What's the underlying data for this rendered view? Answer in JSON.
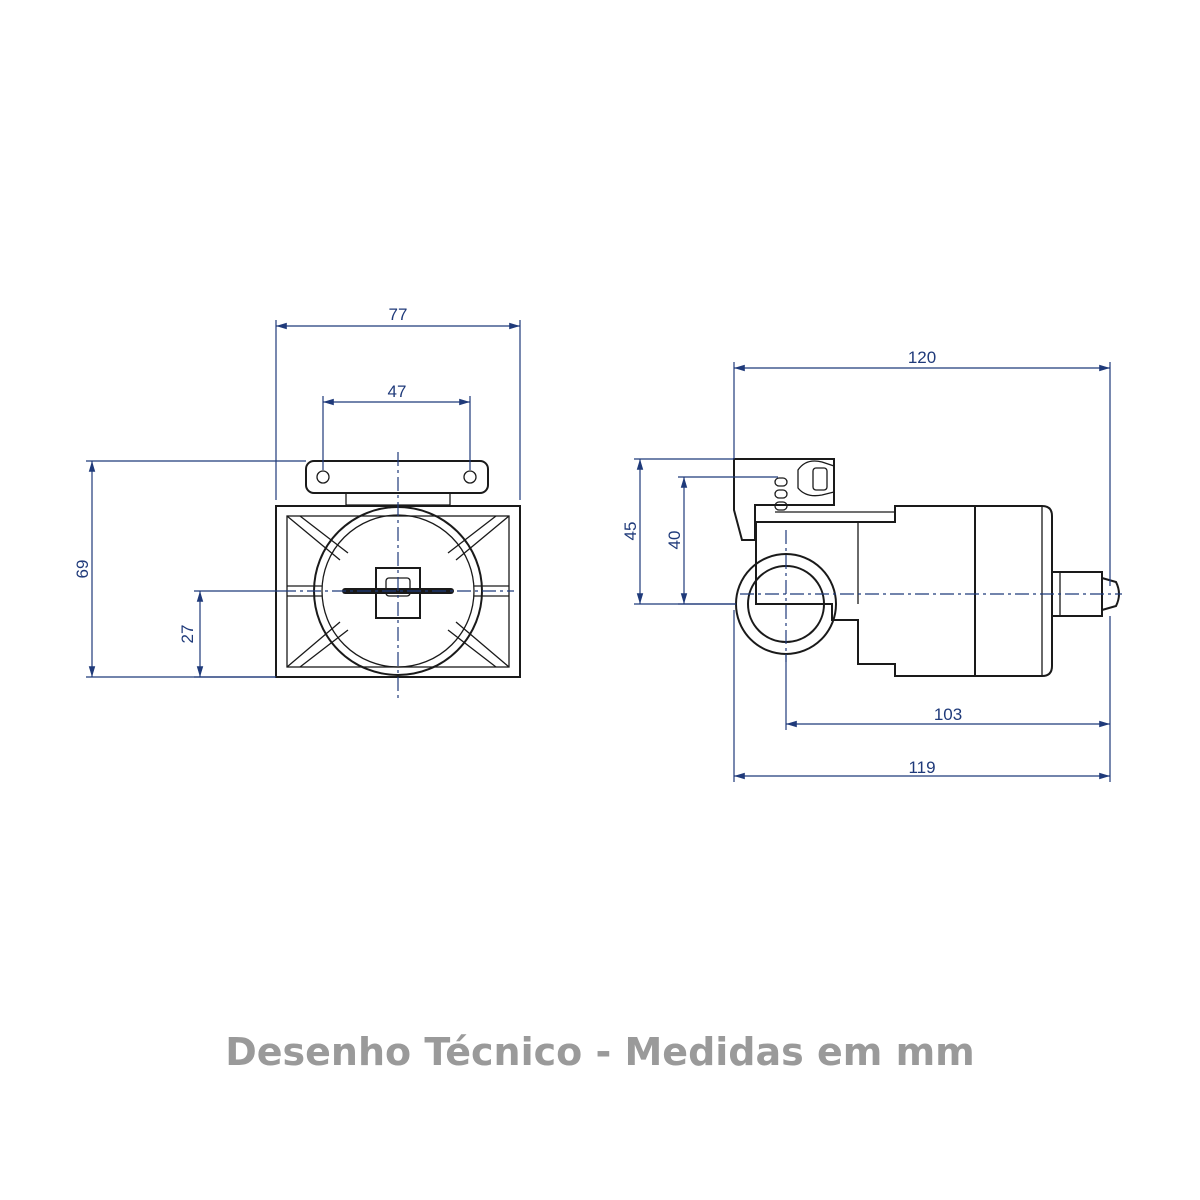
{
  "dimensions": {
    "front_width": "77",
    "front_holes": "47",
    "front_height": "69",
    "front_axis_height": "27",
    "side_top_width": "120",
    "side_height_outer": "45",
    "side_height_inner": "40",
    "side_axis_length": "103",
    "side_bottom_width": "119"
  },
  "caption": "Desenho Técnico - Medidas em mm"
}
